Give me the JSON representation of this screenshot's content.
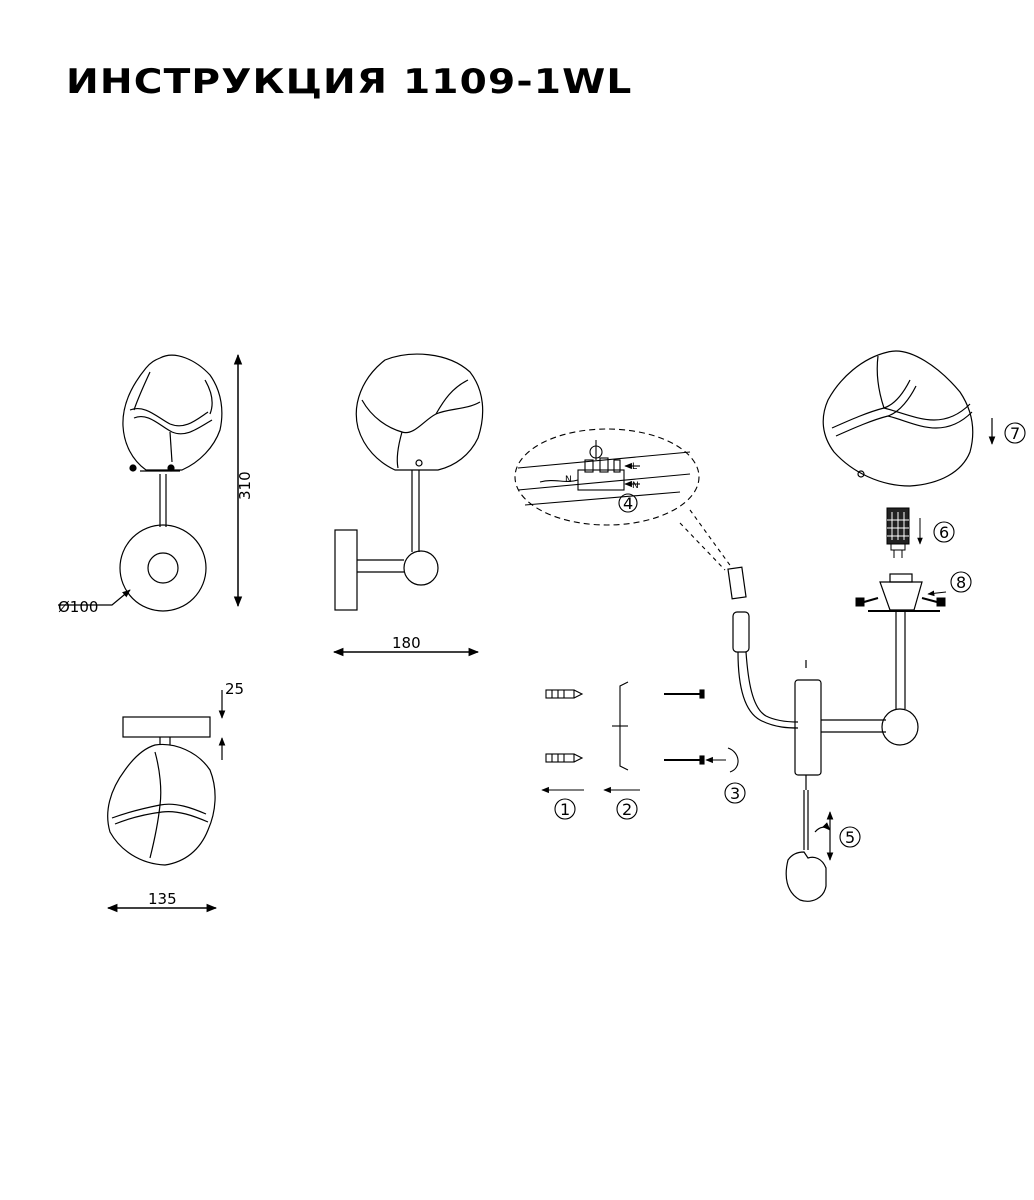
{
  "title": "ИНСТРУКЦИЯ 1109-1WL",
  "dimensions": {
    "height": "310",
    "diameter": "Ø100",
    "width_side": "180",
    "depth_top": "25",
    "width_bottom": "135"
  },
  "steps": [
    "1",
    "2",
    "3",
    "4",
    "5",
    "6",
    "7",
    "8"
  ],
  "wiring": {
    "live": "L",
    "neutral": "N"
  }
}
